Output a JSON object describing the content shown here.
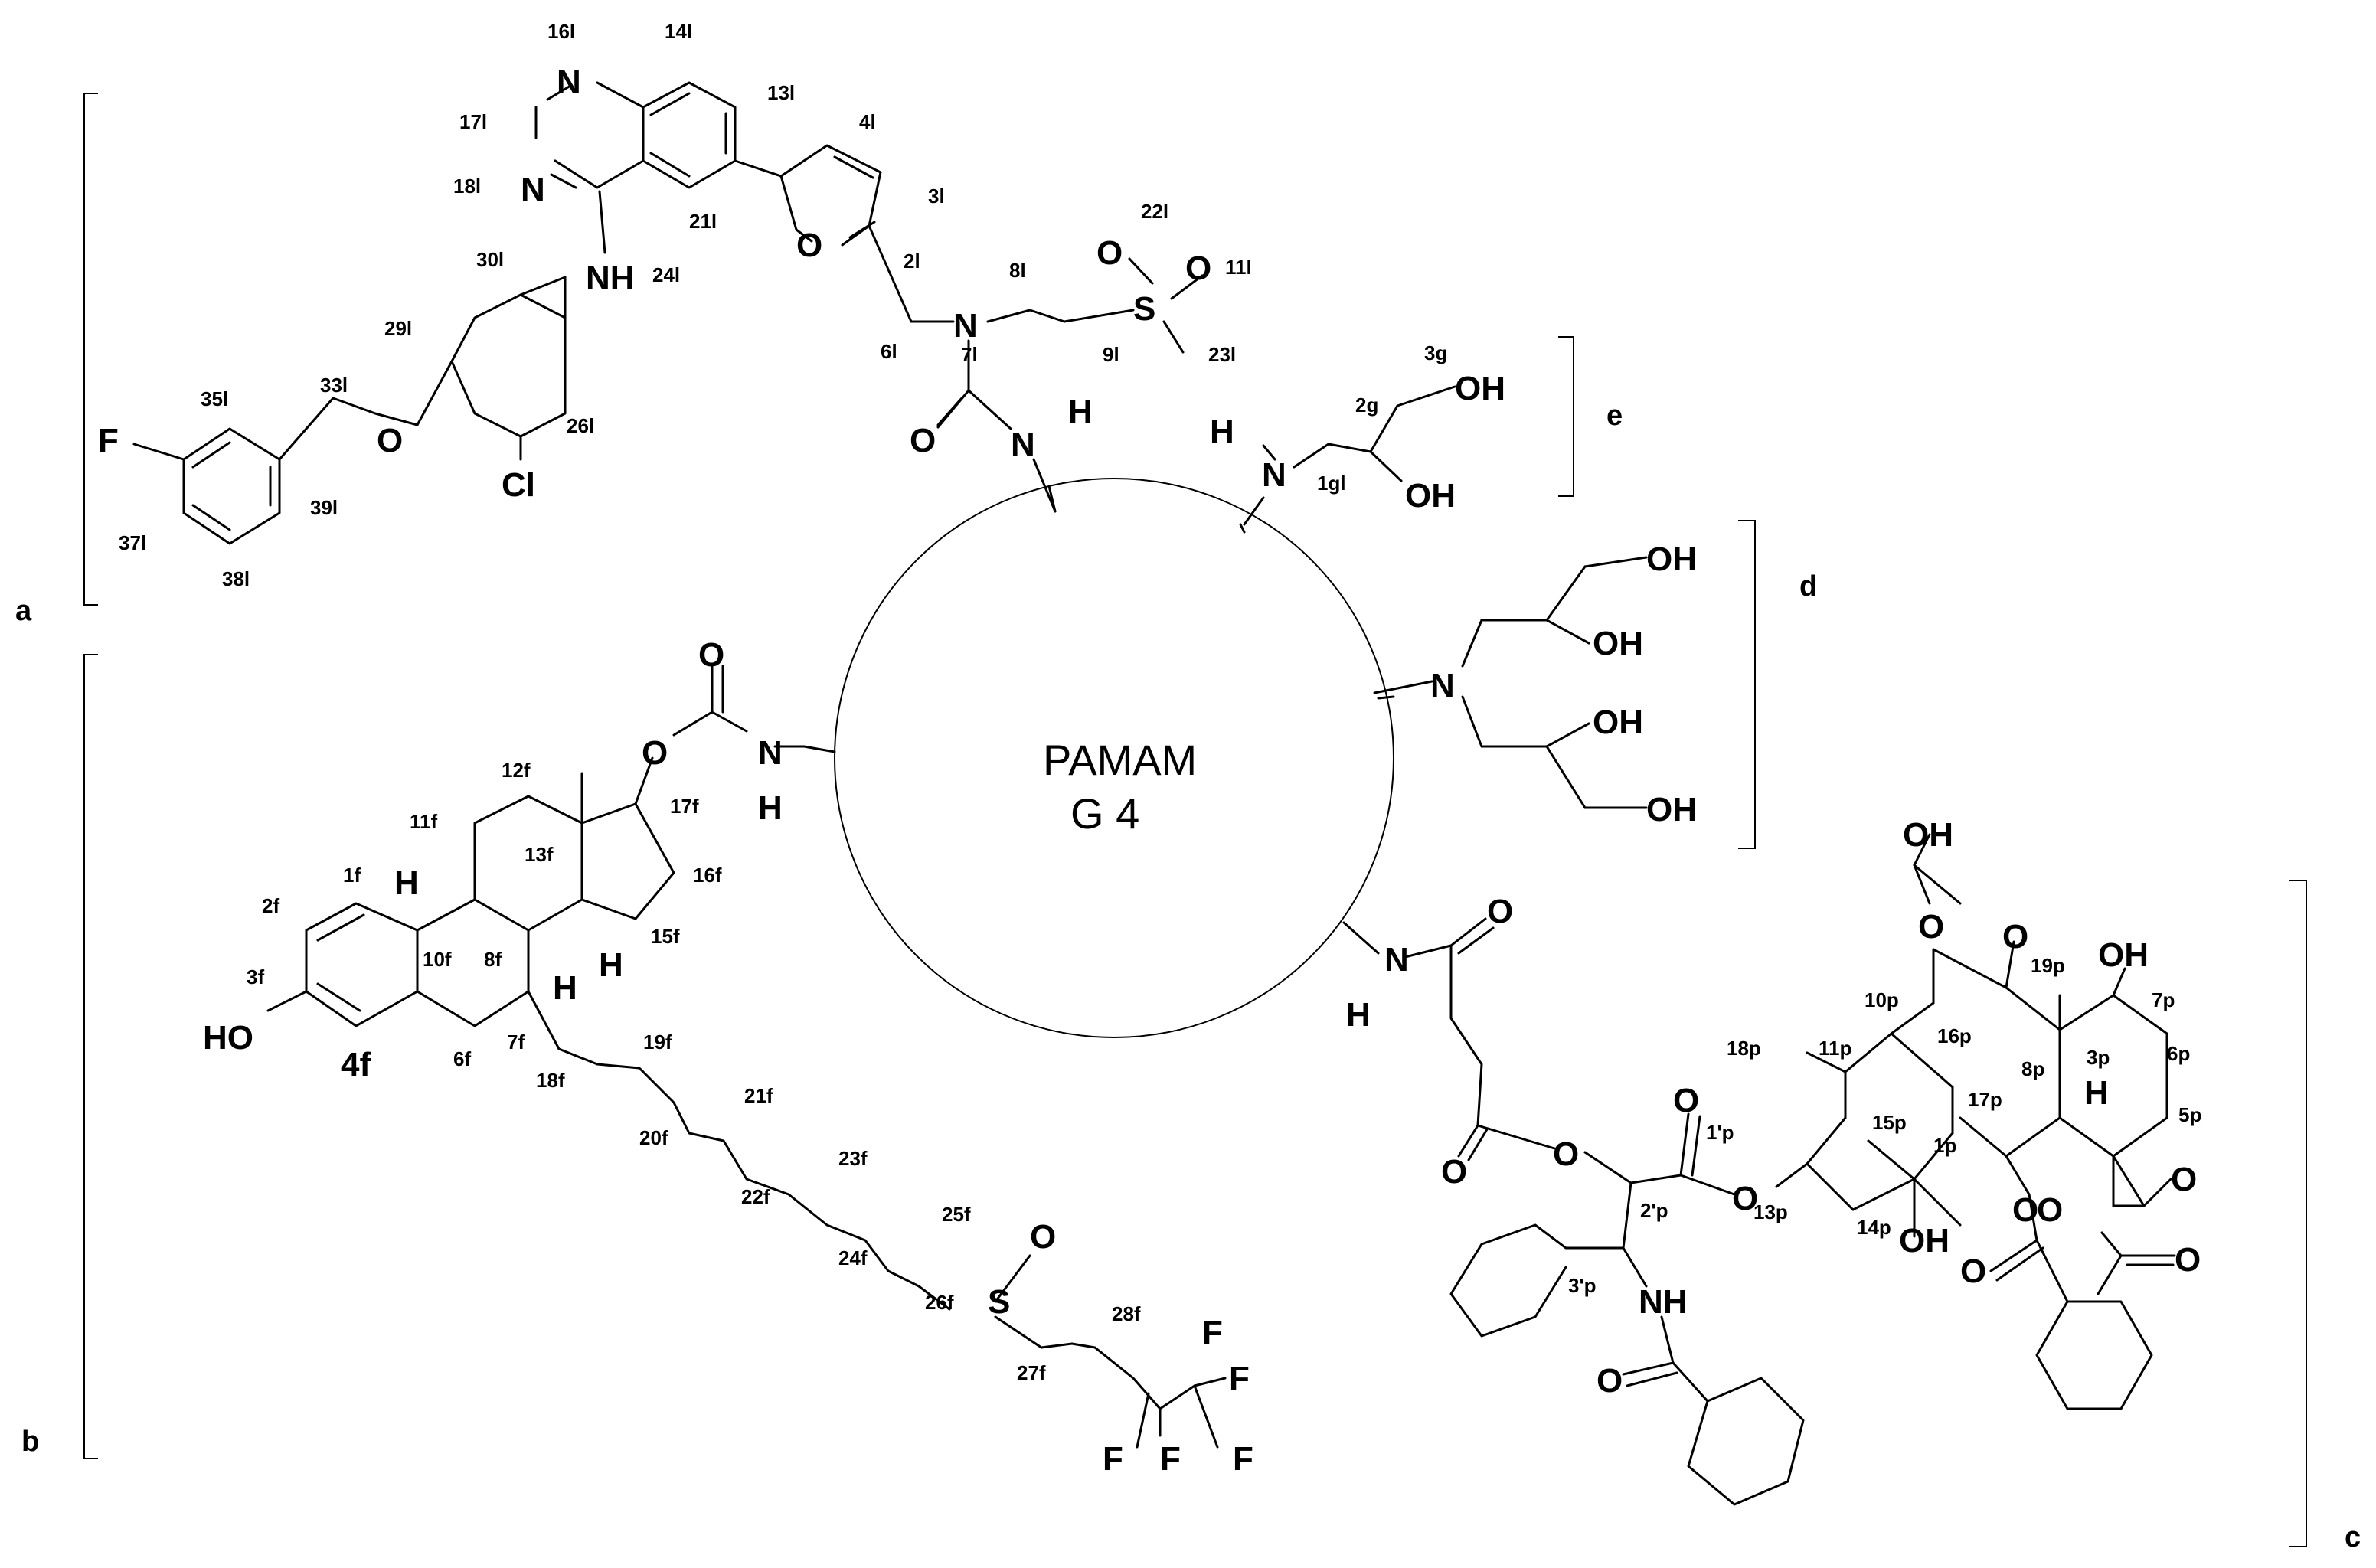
{
  "core": {
    "line1": "PAMAM",
    "line2": "G 4"
  },
  "panels": {
    "a": "a",
    "b": "b",
    "c": "c",
    "d": "d",
    "e": "e"
  },
  "lapatinib_labels": {
    "l16": "16l",
    "l14": "14l",
    "l13": "13l",
    "l17": "17l",
    "l4": "4l",
    "l18": "18l",
    "l21": "21l",
    "l3": "3l",
    "l22": "22l",
    "l24": "24l",
    "l30": "30l",
    "l2": "2l",
    "l8": "8l",
    "l11": "11l",
    "l29": "29l",
    "l6": "6l",
    "l7": "7l",
    "l9": "9l",
    "l23": "23l",
    "l33": "33l",
    "l35": "35l",
    "l26": "26l",
    "l39": "39l",
    "l37": "37l",
    "l38": "38l"
  },
  "lapatinib_atoms": {
    "N1": "N",
    "N2": "N",
    "NH": "NH",
    "O_furan": "O",
    "S": "S",
    "O1": "O",
    "O2": "O",
    "N7": "N",
    "O_urea": "O",
    "NH_urea_N": "N",
    "NH_urea_H": "H",
    "F": "F",
    "O_ether": "O",
    "Cl": "Cl"
  },
  "glycerol_e": {
    "l3g": "3g",
    "l2g": "2g",
    "l1gl": "1gl",
    "H": "H",
    "N": "N",
    "OH1": "OH",
    "OH2": "OH"
  },
  "glycerol_d": {
    "N": "N",
    "OH1": "OH",
    "OH2": "OH",
    "OH3": "OH",
    "OH4": "OH"
  },
  "fulvestrant_labels": {
    "f12": "12f",
    "f11": "11f",
    "f17": "17f",
    "f13": "13f",
    "f1": "1f",
    "f2": "2f",
    "f16": "16f",
    "f10": "10f",
    "f8": "8f",
    "f15": "15f",
    "f3": "3f",
    "f7": "7f",
    "f6": "6f",
    "f4": "4f",
    "f19": "19f",
    "f18": "18f",
    "f21": "21f",
    "f20": "20f",
    "f23": "23f",
    "f22": "22f",
    "f25": "25f",
    "f24": "24f",
    "f26": "26f",
    "f28": "28f",
    "f27": "27f"
  },
  "fulvestrant_atoms": {
    "O_carb": "O",
    "O_link": "O",
    "N": "N",
    "H_N": "H",
    "H1": "H",
    "H2": "H",
    "H3": "H",
    "HO": "HO",
    "S": "S",
    "O_s": "O",
    "F1": "F",
    "F2": "F",
    "F3": "F",
    "F4": "F",
    "F5": "F"
  },
  "paclitaxel_labels": {
    "p19": "19p",
    "p7": "7p",
    "p10": "10p",
    "p18": "18p",
    "p11": "11p",
    "p16": "16p",
    "p8": "8p",
    "p3": "3p",
    "p6": "6p",
    "p17": "17p",
    "p1q": "1'p",
    "p15": "15p",
    "p5": "5p",
    "p1": "1p",
    "p2q": "2'p",
    "p13": "13p",
    "p14": "14p",
    "p3q": "3'p"
  },
  "paclitaxel_atoms": {
    "OH_top": "OH",
    "O_ac": "O",
    "O_k": "O",
    "OH7": "OH",
    "H3": "H",
    "O_ox": "O",
    "N": "N",
    "H_N": "H",
    "O_amide": "O",
    "O_est": "O",
    "O_est2": "O",
    "O_carb2": "O",
    "O13": "O",
    "OH1": "OH",
    "O_bz": "O",
    "O_ac2": "O",
    "O_bz2": "O",
    "O_ac3": "O",
    "NH": "NH",
    "O_nbz": "O"
  }
}
